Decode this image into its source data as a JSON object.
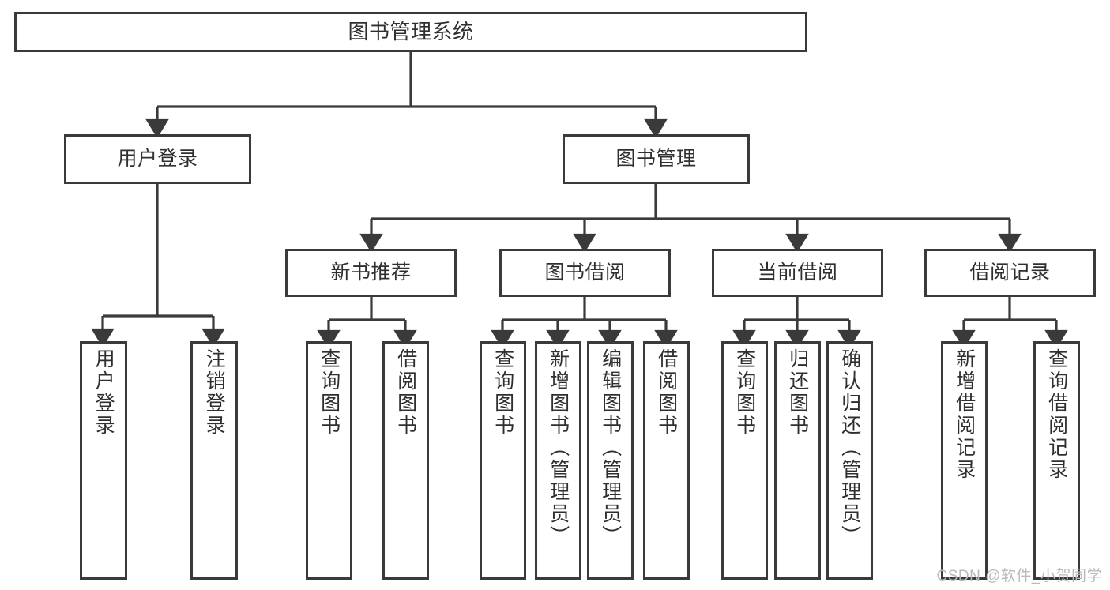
{
  "diagram": {
    "title": "图书管理系统",
    "type": "tree",
    "background_color": "#ffffff",
    "line_color": "#3a3a3a",
    "text_color": "#2f2f2f",
    "nodes": {
      "root": {
        "label": "图书管理系统"
      },
      "level2": [
        {
          "id": "user-login",
          "label": "用户登录"
        },
        {
          "id": "book-manage",
          "label": "图书管理"
        }
      ],
      "level3": [
        {
          "id": "new-book-recommend",
          "label": "新书推荐"
        },
        {
          "id": "book-borrow",
          "label": "图书借阅"
        },
        {
          "id": "current-borrow",
          "label": "当前借阅"
        },
        {
          "id": "borrow-record",
          "label": "借阅记录"
        }
      ],
      "leaves": [
        {
          "id": "leaf-user-login",
          "label": "用户登录",
          "parent": "user-login"
        },
        {
          "id": "leaf-logout-login",
          "label": "注销登录",
          "parent": "user-login"
        },
        {
          "id": "leaf-query-book-1",
          "label": "查询图书",
          "parent": "new-book-recommend"
        },
        {
          "id": "leaf-borrow-book-1",
          "label": "借阅图书",
          "parent": "new-book-recommend"
        },
        {
          "id": "leaf-query-book-2",
          "label": "查询图书",
          "parent": "book-borrow"
        },
        {
          "id": "leaf-add-book",
          "label": "新增图书（管理员）",
          "parent": "book-borrow"
        },
        {
          "id": "leaf-edit-book",
          "label": "编辑图书（管理员）",
          "parent": "book-borrow"
        },
        {
          "id": "leaf-borrow-book-2",
          "label": "借阅图书",
          "parent": "book-borrow"
        },
        {
          "id": "leaf-query-book-3",
          "label": "查询图书",
          "parent": "current-borrow"
        },
        {
          "id": "leaf-return-book",
          "label": "归还图书",
          "parent": "current-borrow"
        },
        {
          "id": "leaf-confirm-return",
          "label": "确认归还（管理员）",
          "parent": "current-borrow"
        },
        {
          "id": "leaf-add-record",
          "label": "新增借阅记录",
          "parent": "borrow-record"
        },
        {
          "id": "leaf-query-record",
          "label": "查询借阅记录",
          "parent": "borrow-record"
        }
      ]
    },
    "watermark": "CSDN @软件_小贺同学"
  }
}
